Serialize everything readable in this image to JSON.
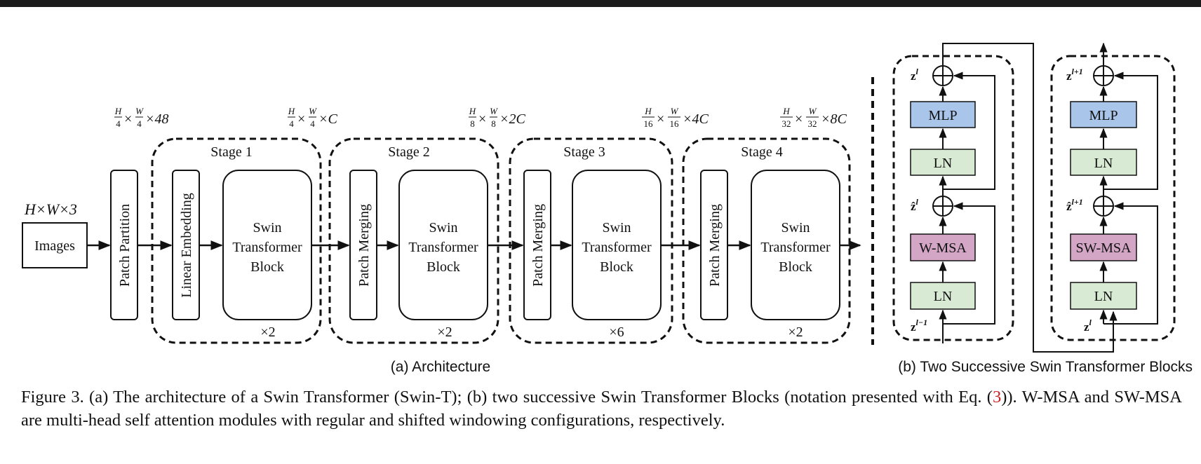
{
  "dimensions": {
    "input": "H×W×3"
  },
  "input_label": "Images",
  "patch_partition": "Patch Partition",
  "linear_embedding": "Linear Embedding",
  "patch_merging": "Patch Merging",
  "block_label": {
    "line1": "Swin",
    "line2": "Transformer",
    "line3": "Block"
  },
  "stages": [
    {
      "title": "Stage 1",
      "repeat": "×2"
    },
    {
      "title": "Stage 2",
      "repeat": "×2"
    },
    {
      "title": "Stage 3",
      "repeat": "×6"
    },
    {
      "title": "Stage 4",
      "repeat": "×2"
    }
  ],
  "dims": [
    {
      "h": "H",
      "hd": "4",
      "w": "W",
      "wd": "4",
      "c": "×48"
    },
    {
      "h": "H",
      "hd": "4",
      "w": "W",
      "wd": "4",
      "c": "×C"
    },
    {
      "h": "H",
      "hd": "8",
      "w": "W",
      "wd": "8",
      "c": "×2C"
    },
    {
      "h": "H",
      "hd": "16",
      "w": "W",
      "wd": "16",
      "c": "×4C"
    },
    {
      "h": "H",
      "hd": "32",
      "w": "W",
      "wd": "32",
      "c": "×8C"
    }
  ],
  "times": "×",
  "block_a": {
    "mlp": "MLP",
    "ln": "LN",
    "attn": "W-MSA",
    "z_top": "z",
    "z_top_sup": "l",
    "z_mid": "ẑ",
    "z_mid_sup": "l",
    "z_in": "z",
    "z_in_sup": "l−1"
  },
  "block_b": {
    "mlp": "MLP",
    "ln": "LN",
    "attn": "SW-MSA",
    "z_top": "z",
    "z_top_sup": "l+1",
    "z_mid": "ẑ",
    "z_mid_sup": "l+1",
    "z_in": "z",
    "z_in_sup": "l"
  },
  "subcaption_a": "(a) Architecture",
  "subcaption_b": "(b) Two Successive Swin Transformer Blocks",
  "caption": {
    "part1": "Figure 3. (a) The architecture of a Swin Transformer (Swin-T); (b) two successive Swin Transformer Blocks (notation presented with Eq. (",
    "ref": "3",
    "part2": ")). W-MSA and SW-MSA are multi-head self attention modules with regular and shifted windowing configurations, respectively."
  },
  "colors": {
    "mlp": "#a9c5ea",
    "ln": "#d8ead3",
    "attn": "#d3a6c6",
    "stroke": "#111111"
  }
}
